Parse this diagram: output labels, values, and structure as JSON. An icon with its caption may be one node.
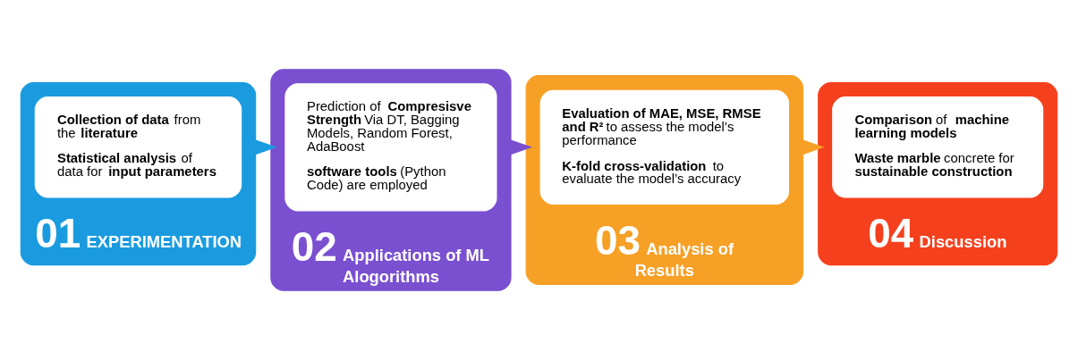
{
  "diagram": {
    "nodes": [
      {
        "text": [
          "01",
          "EXPERIMENTATION"
        ]
      },
      {
        "text": [
          "**Collection of data** from the **literature**",
          "**Statistical analysis** of data for **input parameters**"
        ],
        "in": 0
      },
      {
        "text": [
          "02",
          "Applications of ML Alogorithms"
        ]
      },
      {
        "text": [
          "Prediction of **Compresisve Strength** Via DT, Bagging Models, Random Forest, AdaBoost",
          "**software tools** (Python Code) are employed"
        ],
        "in": 2
      },
      {
        "text": [
          "03",
          "Analysis of Results"
        ]
      },
      {
        "text": [
          "**Evaluation of MAE, MSE, RMSE and R²** to assess the model’s performance",
          "**K-fold cross-validation** to evaluate the model’s accuracy"
        ],
        "in": 4
      },
      {
        "text": [
          "04",
          "Discussion"
        ]
      },
      {
        "text": [
          "**Comparison** of **machine learning models**",
          "**Waste marble** concrete for **sustainable construction**"
        ],
        "in": 6
      }
    ],
    "edges": [
      {
        "from": 0,
        "to": 2,
        "arrow": "to"
      },
      {
        "from": 2,
        "to": 4,
        "arrow": "to"
      },
      {
        "from": 4,
        "to": 6,
        "arrow": "to"
      }
    ]
  }
}
